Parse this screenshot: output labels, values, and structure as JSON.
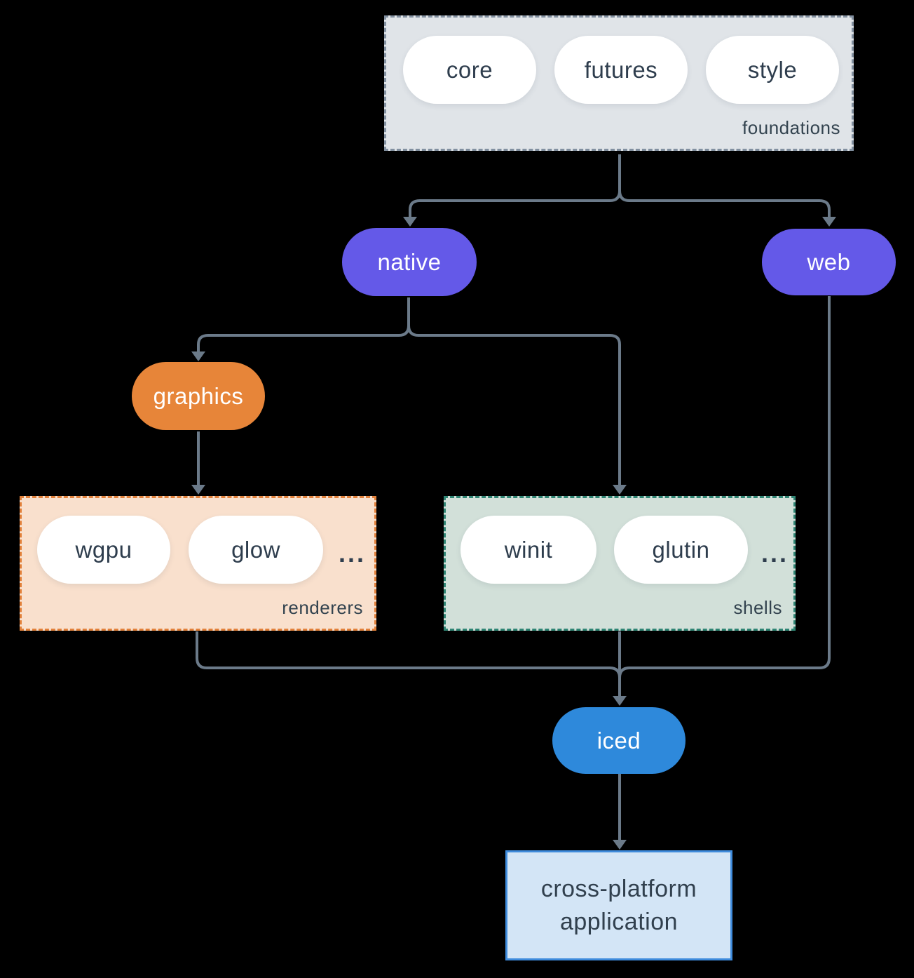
{
  "diagram": {
    "groups": {
      "foundations": {
        "label": "foundations",
        "pills": [
          "core",
          "futures",
          "style"
        ]
      },
      "renderers": {
        "label": "renderers",
        "pills": [
          "wgpu",
          "glow"
        ],
        "more": "..."
      },
      "shells": {
        "label": "shells",
        "pills": [
          "winit",
          "glutin"
        ],
        "more": "..."
      }
    },
    "nodes": {
      "native": {
        "label": "native"
      },
      "web": {
        "label": "web"
      },
      "graphics": {
        "label": "graphics"
      },
      "iced": {
        "label": "iced"
      },
      "application": {
        "line1": "cross-platform",
        "line2": "application"
      }
    },
    "edges": [
      "foundations -> native",
      "foundations -> web",
      "native -> graphics",
      "native -> shells",
      "graphics -> renderers",
      "renderers -> iced",
      "shells -> iced",
      "web -> iced",
      "iced -> cross-platform application"
    ],
    "colors": {
      "background": "#000000",
      "connector": "#6B7A89",
      "foundations_fill": "#E0E4E8",
      "foundations_border": "#8290A0",
      "renderers_fill": "#F9E0CD",
      "renderers_border": "#E2813B",
      "shells_fill": "#D2E0D9",
      "shells_border": "#2F8574",
      "native_web_purple": "#6459E8",
      "graphics_orange": "#E78539",
      "iced_blue": "#2E89DB",
      "app_fill": "#D3E5F6",
      "app_border": "#3E8BDC",
      "dark_text": "#2E3D4D",
      "pill_white": "#FFFFFF"
    }
  }
}
